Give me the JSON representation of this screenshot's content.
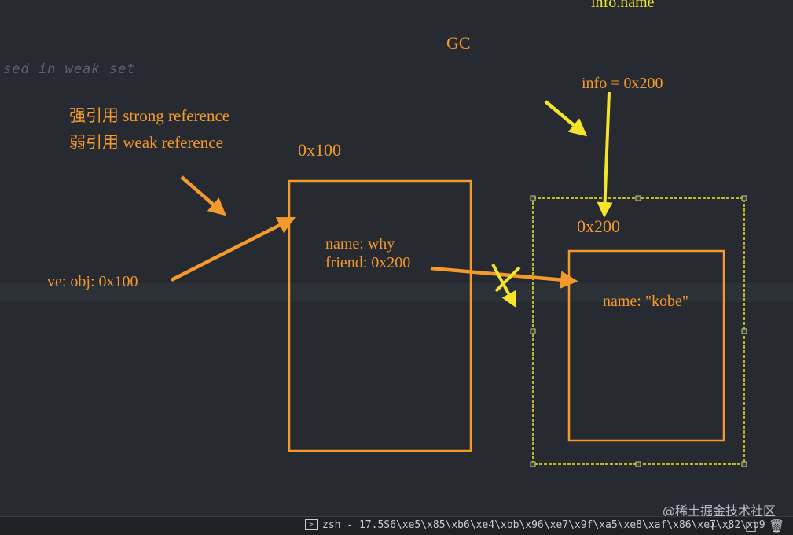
{
  "header": {
    "info_name": "info.name"
  },
  "gc_label": "GC",
  "code_comment": "sed in weak set",
  "legend": {
    "strong_cn": "强引用",
    "strong_en": "strong reference",
    "weak_cn": "弱引用",
    "weak_en": "weak reference"
  },
  "obj_var": "ve: obj: 0x100",
  "info_var": "info = 0x200",
  "object1": {
    "address": "0x100",
    "line1": "name: why",
    "line2": "friend: 0x200"
  },
  "object2": {
    "address": "0x200",
    "line1": "name: \"kobe\""
  },
  "colors": {
    "strong": "#f39a2b",
    "weak": "#f4e52a",
    "background": "#272a30"
  },
  "watermark": "@稀土掘金技术社区",
  "statusbar": {
    "terminal_label": "zsh - 17.5S6\\xe5\\x85\\xb6\\xe4\\xbb\\x96\\xe7\\x9f\\xa5\\xe8\\xaf\\x86\\xe7\\x82\\xb9",
    "icons": [
      "terminal-icon",
      "plus-icon",
      "chevron-down-icon",
      "split-icon",
      "trash-icon"
    ]
  }
}
